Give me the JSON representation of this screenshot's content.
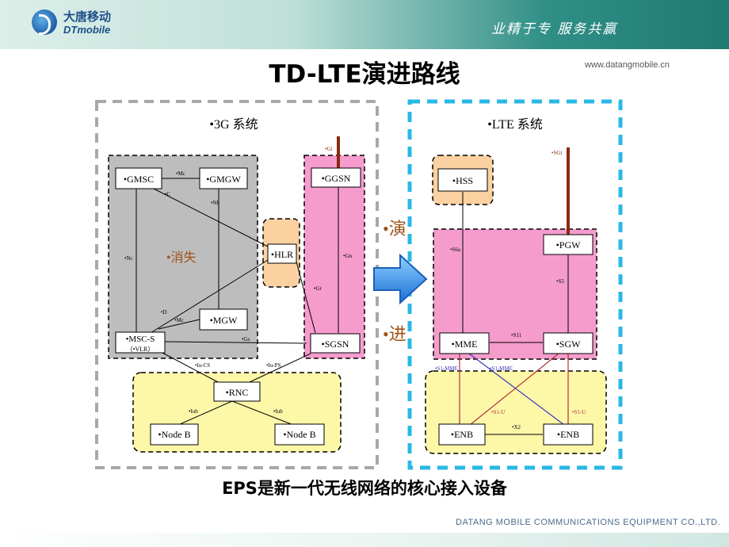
{
  "header": {
    "logo_cn": "大唐移动",
    "logo_en": "DTmobile",
    "slogan": "业精于专 服务共赢",
    "url": "www.datangmobile.cn"
  },
  "title": "TD-LTE演进路线",
  "bottom_text": "EPS是新一代无线网络的核心接入设备",
  "footer": "DATANG MOBILE COMMUNICATIONS EQUIPMENT CO.,LTD.",
  "colors": {
    "gray_area": "#bdbdbd",
    "pink_area": "#f59ccd",
    "yellow_area": "#fdf7a8",
    "peach_area": "#fbd1a2",
    "lte_border": "#29b8e5",
    "arrow": "#2a8fe8"
  },
  "diagram": {
    "left_label": "•3G 系统",
    "right_label": "•LTE 系统",
    "disappear_label": "•消失",
    "evolve_top": "•演",
    "evolve_bottom": "•进",
    "nodes": {
      "gmsc": "•GMSC",
      "gmgw": "•GMGW",
      "ggsn": "•GGSN",
      "hlr": "•HLR",
      "mgw": "•MGW",
      "msc_s": "•MSC-S",
      "vlr": "（•VLR）",
      "sgsn": "•SGSN",
      "rnc": "•RNC",
      "node_b_1": "•Node B",
      "node_b_2": "•Node B",
      "hss": "•HSS",
      "pgw": "•PGW",
      "mme": "•MME",
      "sgw": "•SGW",
      "enb_1": "•ENB",
      "enb_2": "•ENB"
    },
    "interfaces": {
      "mc_top": "•Mc",
      "c": "•C",
      "nb": "•Nb",
      "nc": "•Nc",
      "d": "•D",
      "mc_bottom": "•Mc",
      "gs": "•Gs",
      "gi": "•Gi",
      "gn": "•Gn",
      "gr": "•Gr",
      "iu_cs": "•Iu-CS",
      "iu_ps": "•Iu-PS",
      "iub_1": "•Iub",
      "iub_2": "•Iub",
      "sgi": "•SGi",
      "s6a": "•S6a",
      "s5": "•S5",
      "s11": "•S11",
      "s1_mme_1": "•S1-MME",
      "s1_mme_2": "•S1-MME",
      "s1_u_1": "•S1-U",
      "s1_u_2": "•S1-U",
      "x2": "•X2"
    }
  }
}
